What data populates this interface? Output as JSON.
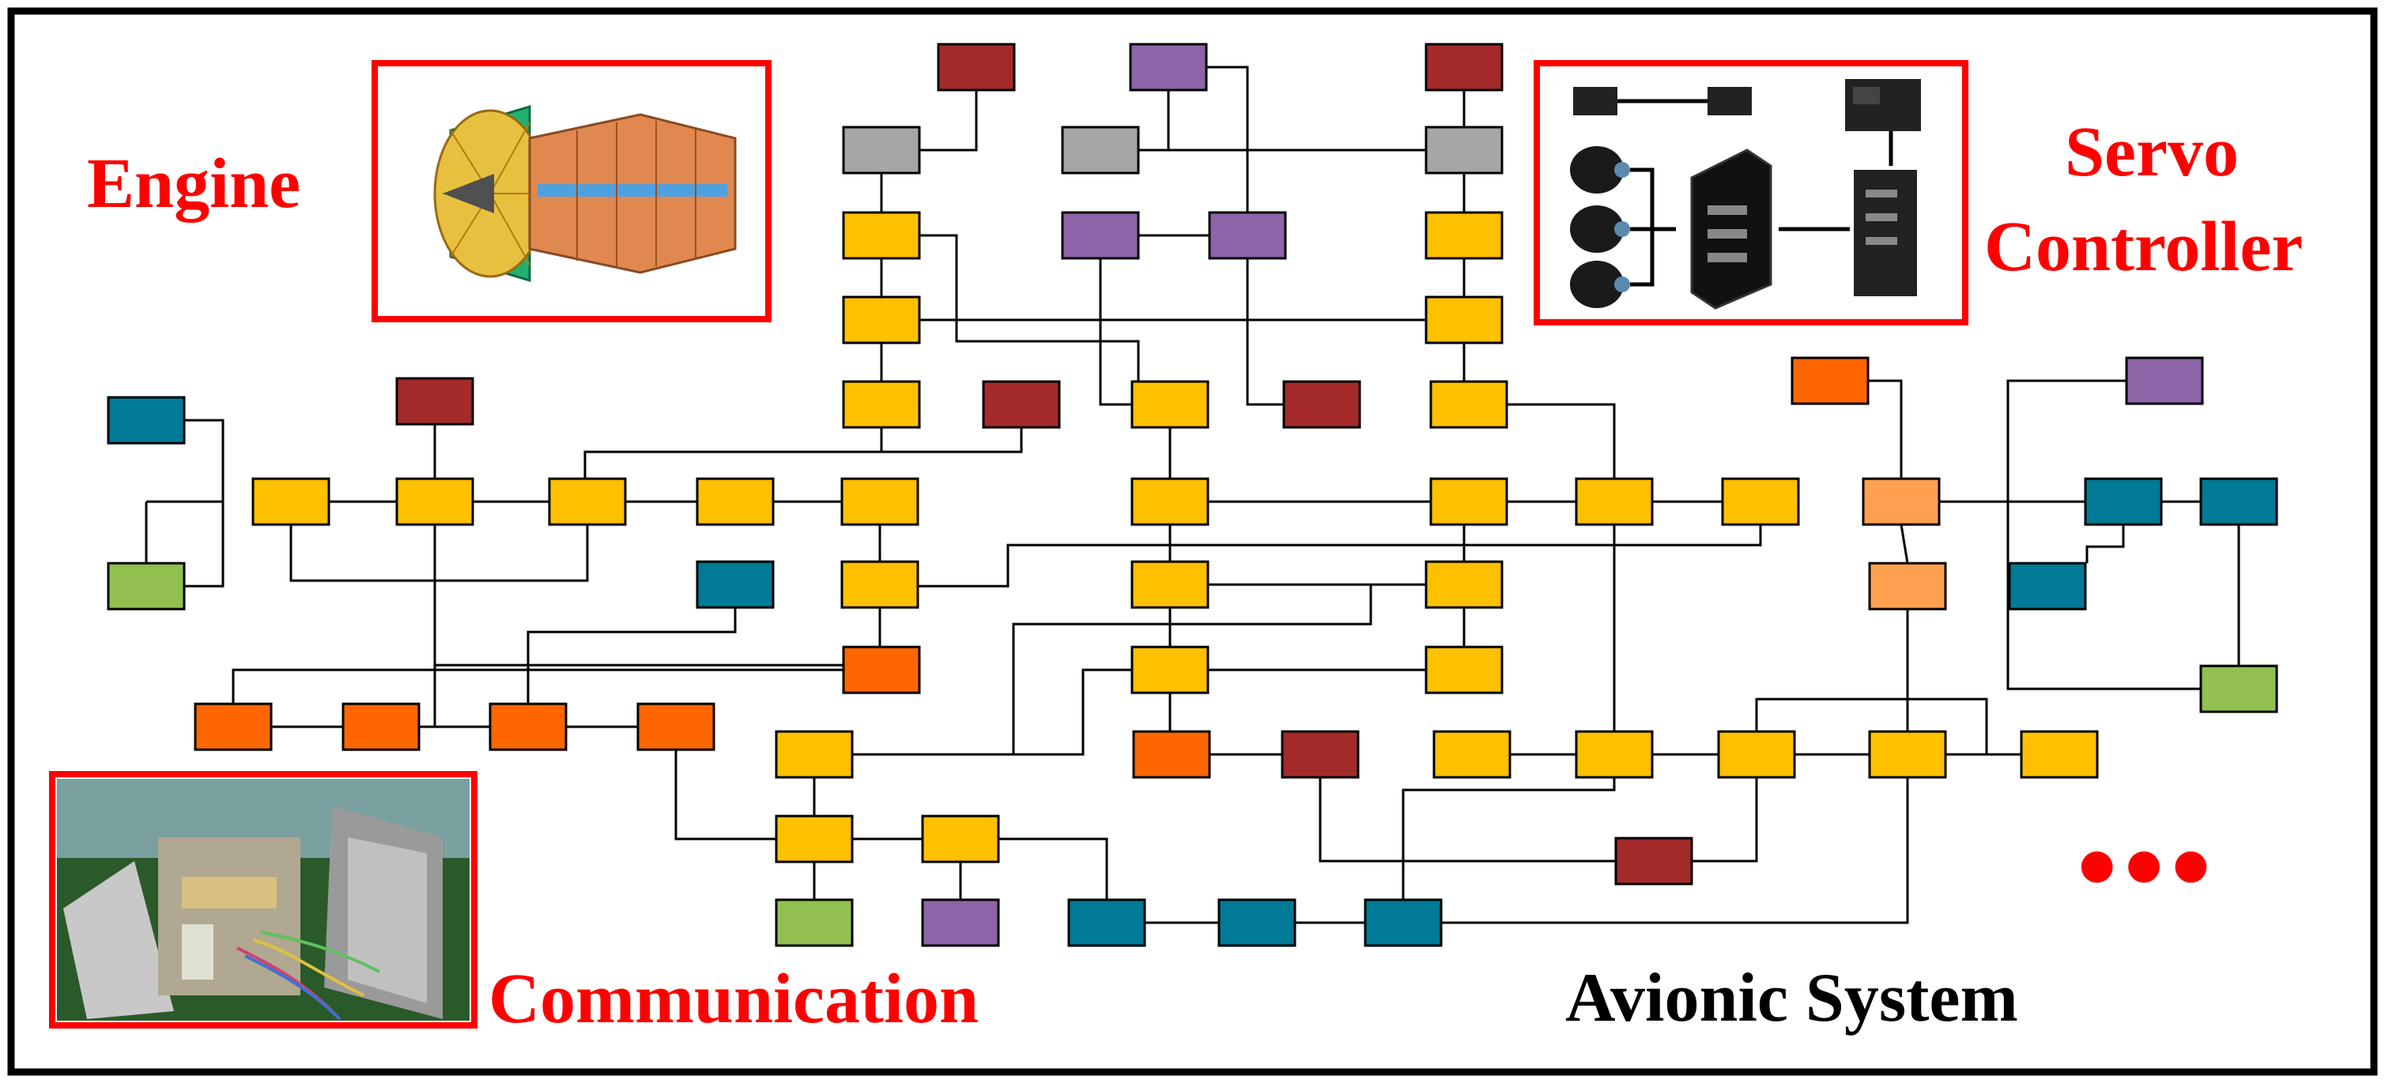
{
  "labels": {
    "engine": "Engine",
    "servo_line1": "Servo",
    "servo_line2": "Controller",
    "communication": "Communication",
    "avionic": "Avionic System",
    "ellipsis": "●●●"
  },
  "colors": {
    "yellow": "#FFC000",
    "teal": "#007A96",
    "green": "#92C050",
    "darkred": "#A52A2A",
    "purple": "#8E64A8",
    "gray": "#A6A6A6",
    "orange": "#FF6600",
    "lightorange": "#FFA050",
    "highlight": "#FF0000",
    "frame": "#000000"
  },
  "panels": {
    "engine": "jet-engine-cutaway-image",
    "servo": "servo-controller-hardware-image",
    "communication": "communication-hardware-photo"
  }
}
